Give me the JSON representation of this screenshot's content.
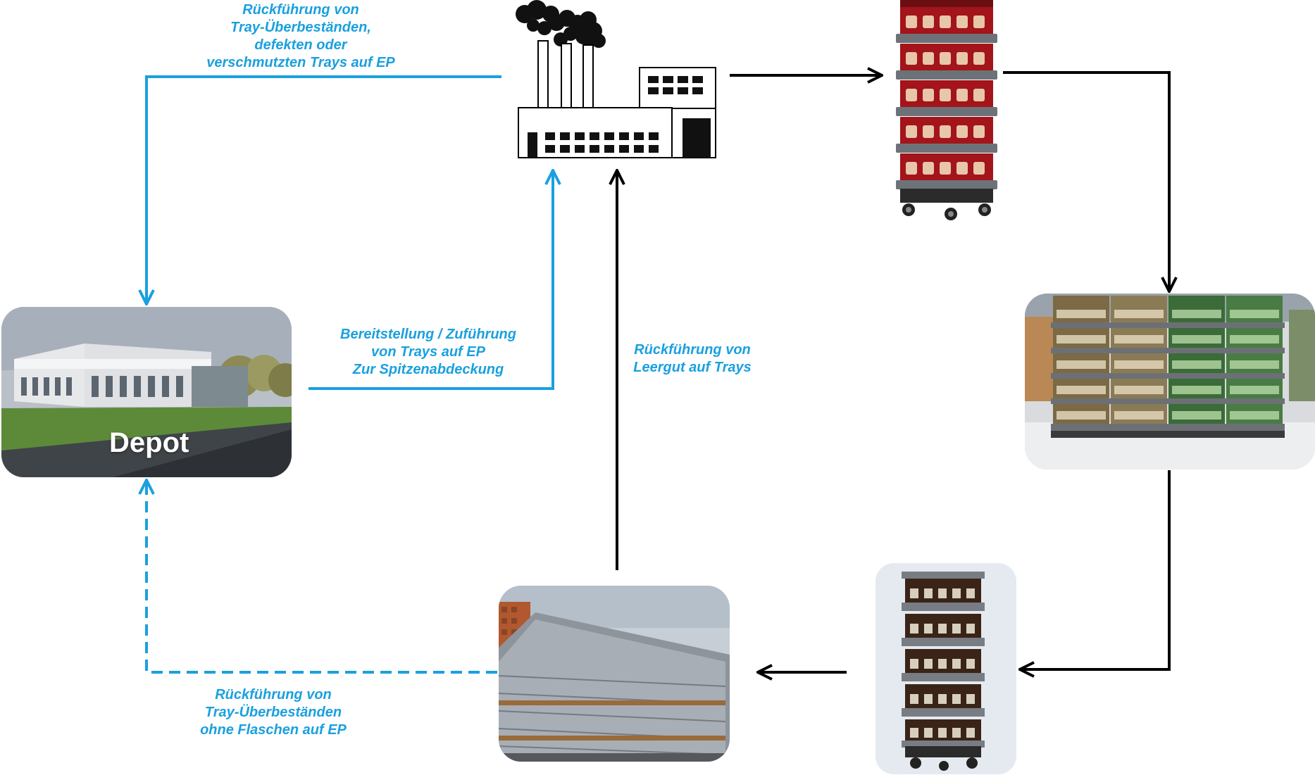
{
  "labels": {
    "top_return": [
      "Rückführung  von",
      "Tray-Überbeständen,",
      "defekten oder",
      "verschmutzten Trays  auf EP"
    ],
    "provision": [
      "Bereitstellung / Zuführung",
      "von Trays auf EP",
      "Zur Spitzenabdeckung"
    ],
    "empties_return": [
      "Rückführung  von",
      "Leergut auf Trays"
    ],
    "bottom_return": [
      "Rückführung  von",
      "Tray-Überbeständen",
      "ohne Flaschen auf EP"
    ]
  },
  "nodes": {
    "depot": "Depot",
    "factory": "factory-icon",
    "tower_full": "beverage-tray-tower-photo",
    "store_display": "supermarket-display-photo",
    "tower_consumer": "empties-tray-tower-photo",
    "warehouse": "stacked-empties-yard-photo"
  },
  "colors": {
    "blue_flow": "#1aa0df",
    "black_flow": "#000000"
  }
}
